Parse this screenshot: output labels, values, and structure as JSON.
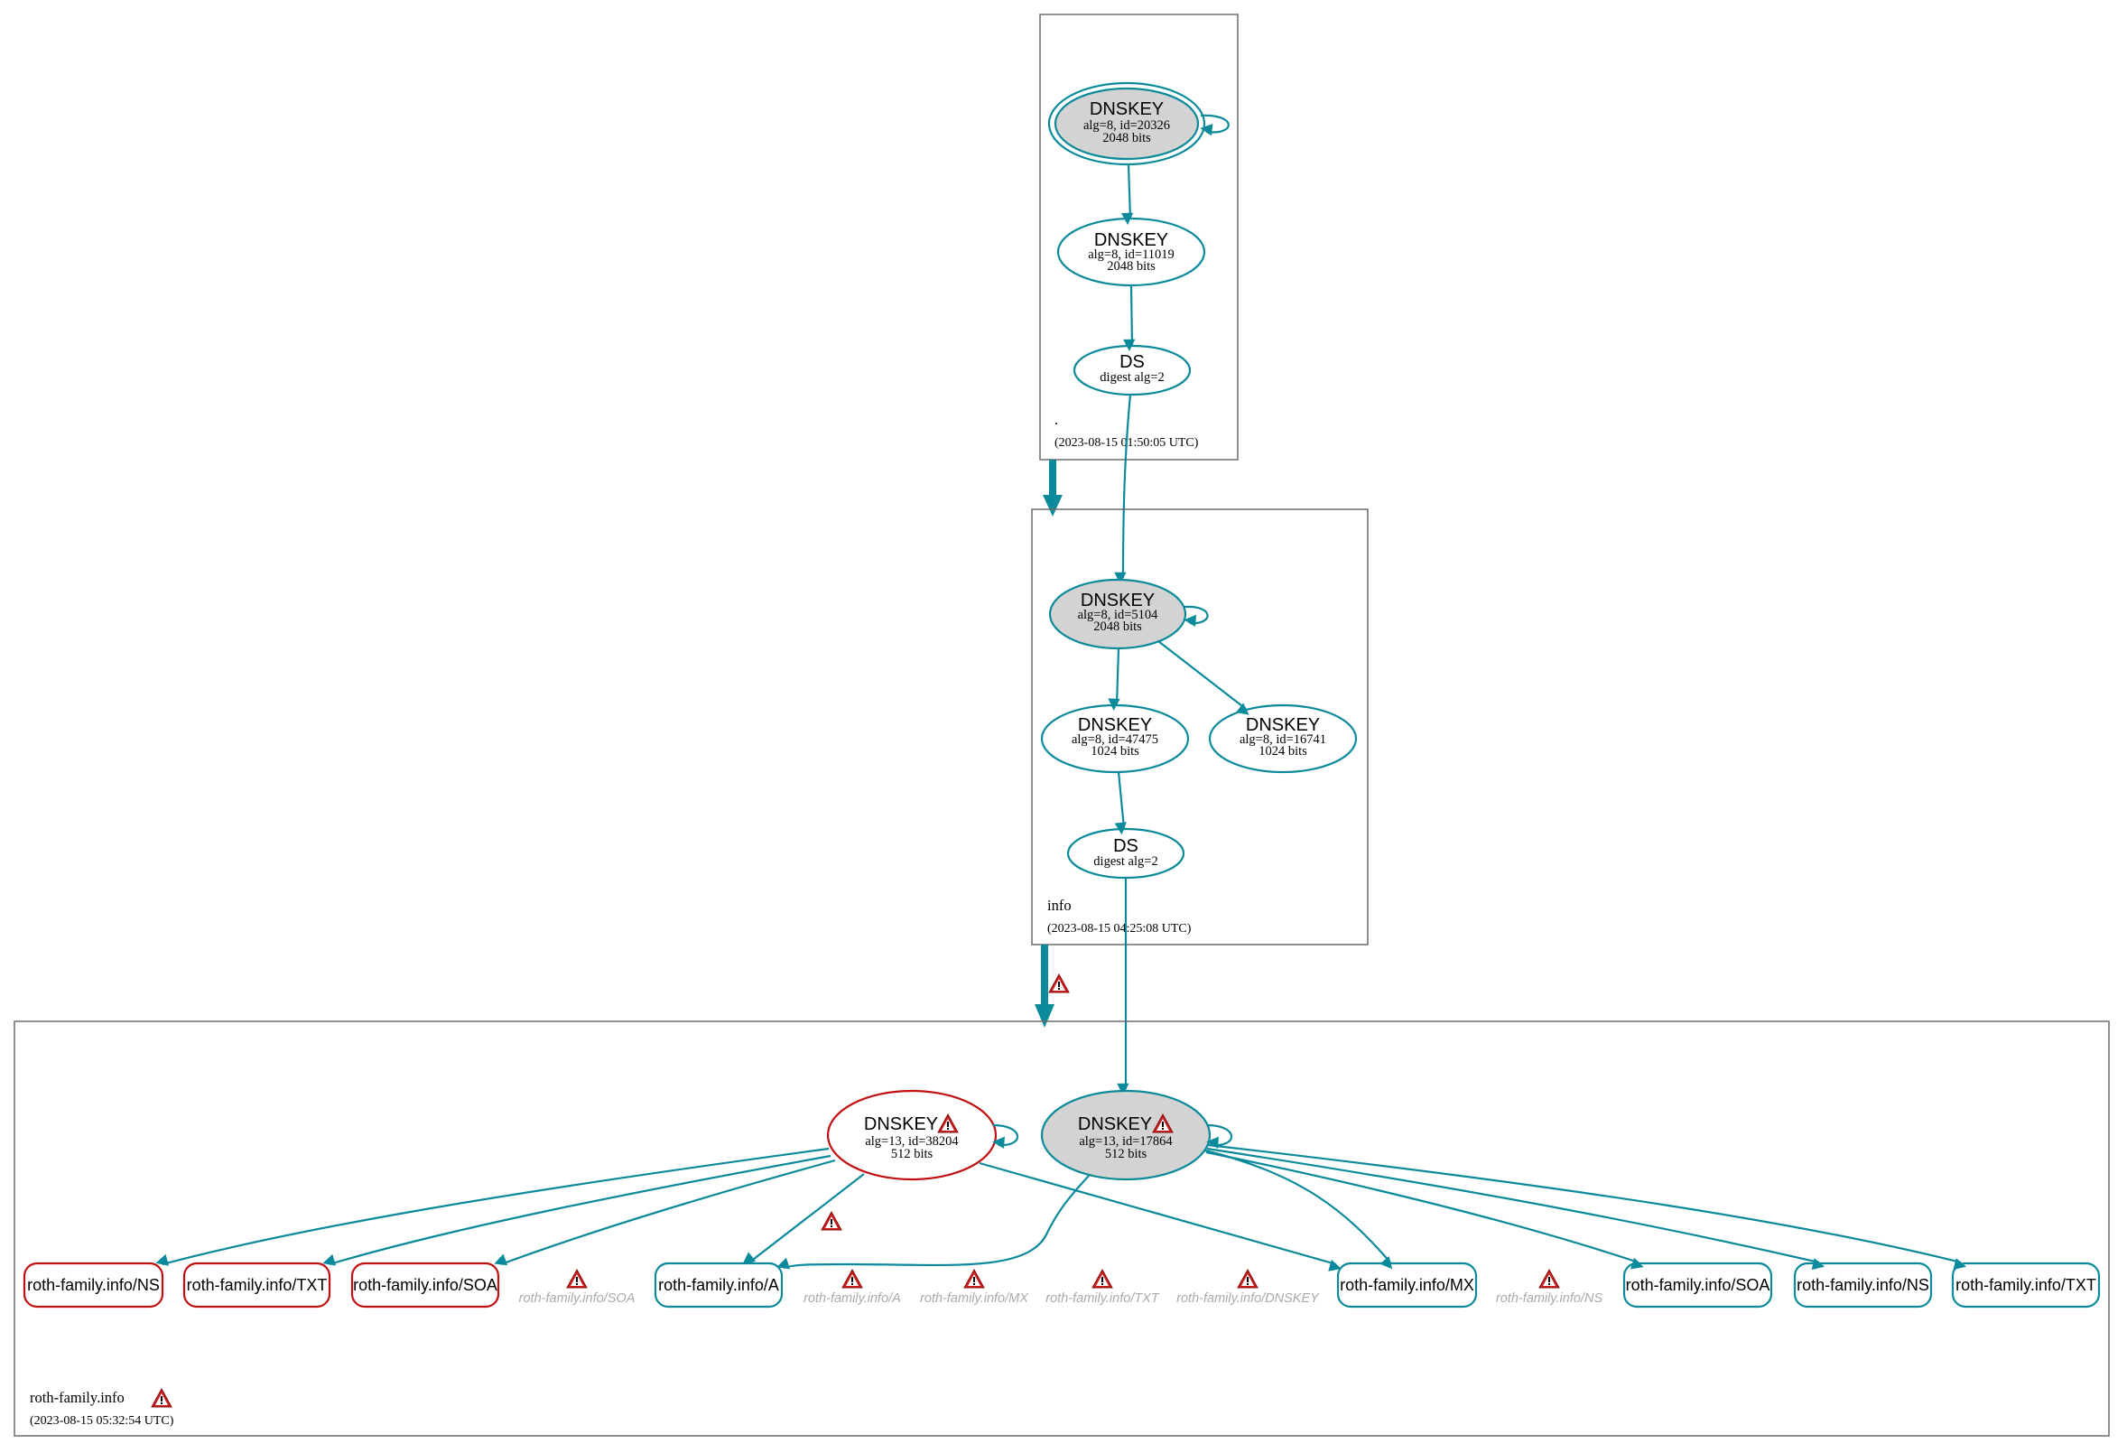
{
  "colors": {
    "secure": "#0a8a9a",
    "bogus": "#c01010",
    "key_fill": "#d3d3d3",
    "zone_border": "#6b6b6b",
    "missing_text": "#aaaaaa"
  },
  "zones": {
    "root": {
      "label": ".",
      "timestamp": "(2023-08-15 01:50:05 UTC)",
      "nodes": [
        {
          "type": "DNSKEY",
          "line1": "alg=8, id=20326",
          "line2": "2048 bits",
          "role": "trust-anchor KSK"
        },
        {
          "type": "DNSKEY",
          "line1": "alg=8, id=11019",
          "line2": "2048 bits"
        },
        {
          "type": "DS",
          "line1": "digest alg=2"
        }
      ]
    },
    "info": {
      "label": "info",
      "timestamp": "(2023-08-15 04:25:08 UTC)",
      "nodes": [
        {
          "type": "DNSKEY",
          "line1": "alg=8, id=5104",
          "line2": "2048 bits"
        },
        {
          "type": "DNSKEY",
          "line1": "alg=8, id=47475",
          "line2": "1024 bits"
        },
        {
          "type": "DNSKEY",
          "line1": "alg=8, id=16741",
          "line2": "1024 bits"
        },
        {
          "type": "DS",
          "line1": "digest alg=2"
        }
      ]
    },
    "domain": {
      "label": "roth-family.info",
      "timestamp": "(2023-08-15 05:32:54 UTC)",
      "keys": [
        {
          "type": "DNSKEY",
          "line1": "alg=13, id=38204",
          "line2": "512 bits",
          "status": "bogus",
          "warning": true
        },
        {
          "type": "DNSKEY",
          "line1": "alg=13, id=17864",
          "line2": "512 bits",
          "status": "secure",
          "warning": true
        }
      ],
      "rrsets": [
        {
          "label": "roth-family.info/NS",
          "status": "bogus"
        },
        {
          "label": "roth-family.info/TXT",
          "status": "bogus"
        },
        {
          "label": "roth-family.info/SOA",
          "status": "bogus"
        },
        {
          "label": "roth-family.info/SOA",
          "status": "missing"
        },
        {
          "label": "roth-family.info/A",
          "status": "secure"
        },
        {
          "label": "roth-family.info/A",
          "status": "missing"
        },
        {
          "label": "roth-family.info/MX",
          "status": "missing"
        },
        {
          "label": "roth-family.info/TXT",
          "status": "missing"
        },
        {
          "label": "roth-family.info/DNSKEY",
          "status": "missing"
        },
        {
          "label": "roth-family.info/MX",
          "status": "secure"
        },
        {
          "label": "roth-family.info/NS",
          "status": "missing"
        },
        {
          "label": "roth-family.info/SOA",
          "status": "secure"
        },
        {
          "label": "roth-family.info/NS",
          "status": "secure"
        },
        {
          "label": "roth-family.info/TXT",
          "status": "secure"
        }
      ]
    }
  },
  "icons": {
    "warning": "warning-triangle-icon"
  }
}
